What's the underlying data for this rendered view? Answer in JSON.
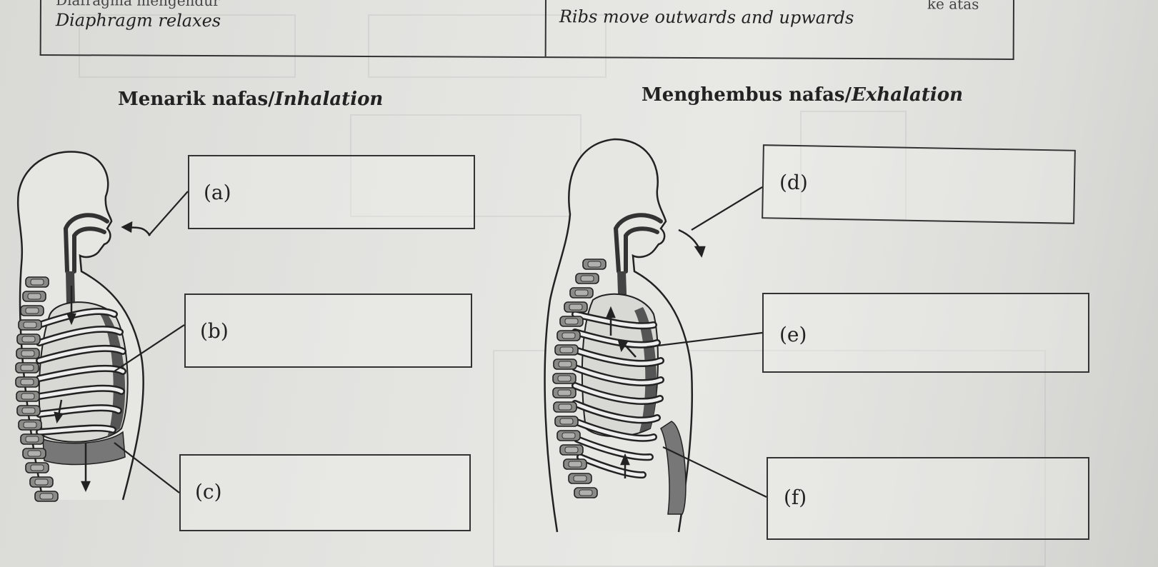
{
  "top_table": {
    "cut_left": "Diafragma mengendur",
    "cut_right": "ke atas",
    "left_cell": "Diaphragm relaxes",
    "right_cell": "Ribs move outwards and upwards"
  },
  "headings": {
    "inhalation_malay": "Menarik nafas/",
    "inhalation_english": "Inhalation",
    "exhalation_malay": "Menghembus nafas/",
    "exhalation_english": "Exhalation"
  },
  "labels": {
    "a": "(a)",
    "b": "(b)",
    "c": "(c)",
    "d": "(d)",
    "e": "(e)",
    "f": "(f)"
  }
}
